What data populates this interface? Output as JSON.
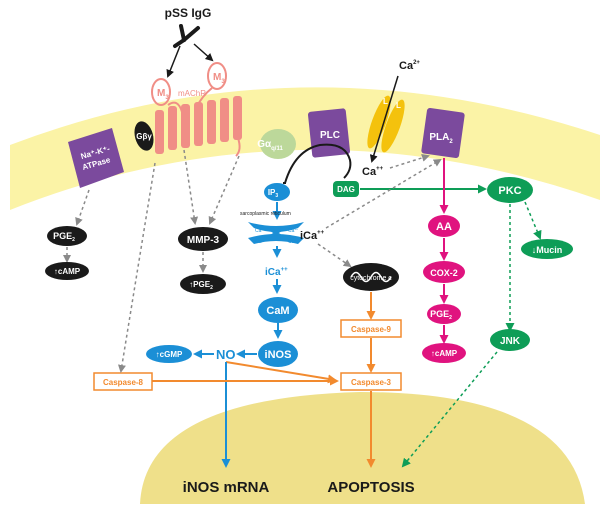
{
  "antibody": "pSS IgG",
  "receptor": {
    "m3_left": "M",
    "m3_right": "M",
    "m_sub": "3",
    "machr": "mAChR"
  },
  "membrane": {
    "pump_line1": "Na⁺-K⁺-",
    "pump_line2": "ATPase",
    "gby": "Gβγ",
    "galpha": "Gα",
    "galpha_sub": "q/11",
    "plc": "PLC",
    "pla2": "PLA",
    "pla2_sub": "2",
    "l1": "L",
    "l2": "L"
  },
  "calcium": {
    "ext": "Ca",
    "ext_sup": "2+",
    "int": "Ca",
    "int_sup": "++"
  },
  "nodes": {
    "pge2_left": "PGE",
    "pge2_sub": "2",
    "camp_left": "↑cAMP",
    "mmp3": "MMP-3",
    "pge2_mid": "↑PGE",
    "ip3": "IP",
    "ip3_sub": "3",
    "dag": "DAG",
    "sr_label": "sarcoplasmic reticulum",
    "ica_right": "iCa",
    "ica_sup": "++",
    "ica_down": "iCa",
    "ica_down_sup": "++",
    "cam": "CaM",
    "inos": "iNOS",
    "no": "NO",
    "cgmp": "↑cGMP",
    "cytc": "cytochrome c",
    "caspase9": "Caspase-9",
    "caspase8": "Caspase-8",
    "caspase3": "Caspase-3",
    "aa": "AA",
    "cox2": "COX-2",
    "pge2_right": "PGE",
    "pge2_right_sub": "2",
    "camp_right": "↑cAMP",
    "pkc": "PKC",
    "mucin": "↓Mucin",
    "jnk": "JNK",
    "sr_ca": [
      "Ca",
      "Ca",
      "Ca",
      "Ca"
    ],
    "sr_ca_sup": "++"
  },
  "outcomes": {
    "inos_mrna": "iNOS mRNA",
    "apoptosis": "APOPTOSIS"
  },
  "colors": {
    "membrane": "#fbf3a6",
    "nucleus": "#efe08a",
    "purple": "#7b4a9d",
    "salmon": "#f08e86",
    "blue": "#1b8fd6",
    "green": "#0e9d57",
    "magenta": "#e0137f",
    "orange": "#f28a2e",
    "black": "#1a1a1a",
    "gray": "#8a8a8a",
    "lchannel": "#f4c20d"
  }
}
